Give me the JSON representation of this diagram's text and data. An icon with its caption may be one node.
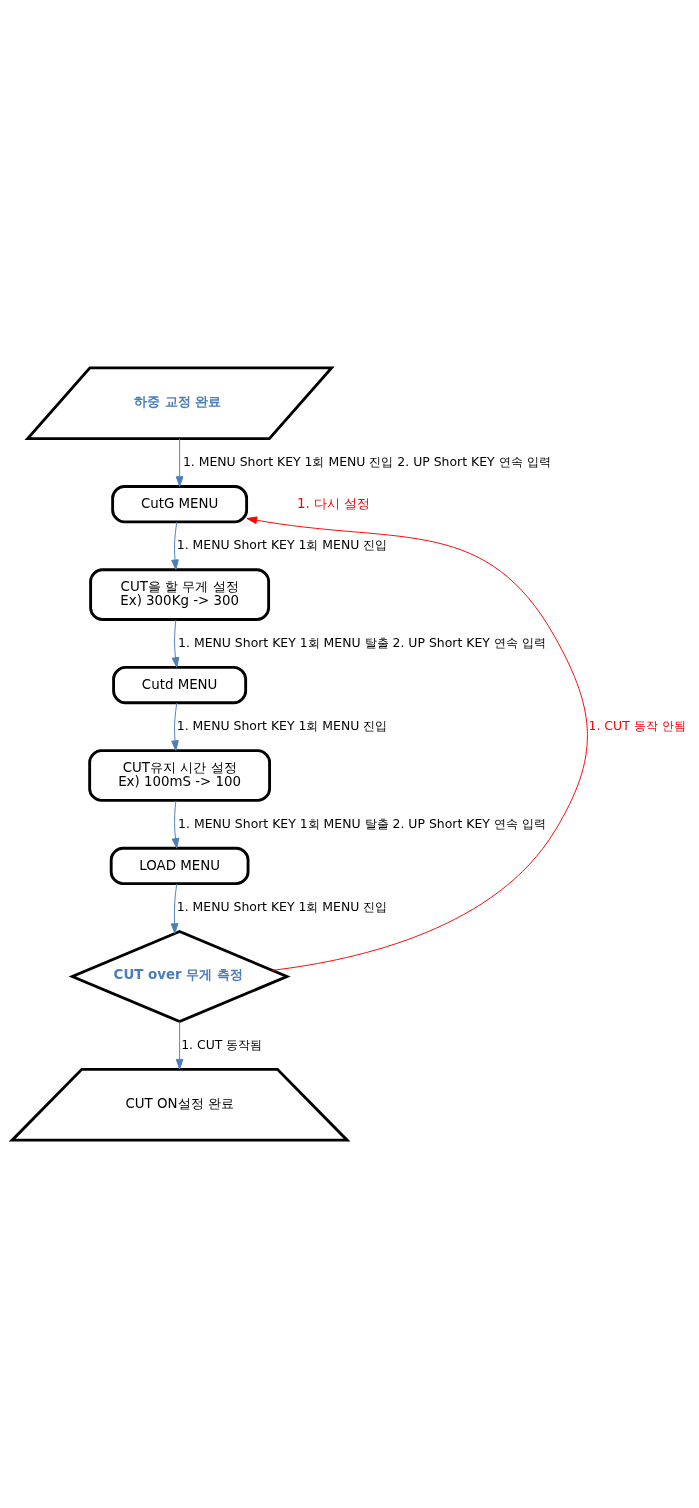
{
  "diagram": {
    "nodes": [
      {
        "text": [
          "하중 교정 완료"
        ]
      },
      {
        "text": [
          "CutG MENU"
        ]
      },
      {
        "text": [
          "CUT을 할 무게 설정",
          "Ex) 300Kg -> 300"
        ]
      },
      {
        "text": [
          "Cutd MENU"
        ]
      },
      {
        "text": [
          "CUT유지 시간 설정",
          "Ex) 100mS -> 100"
        ]
      },
      {
        "text": [
          "LOAD MENU"
        ]
      },
      {
        "text": [
          "CUT over 무게 측정"
        ]
      },
      {
        "text": [
          "CUT ON설정 완료"
        ]
      }
    ],
    "edges": [
      {
        "from": 0,
        "to": 1,
        "arrow": "to",
        "label": "1. MENU Short KEY 1회 MENU 진입 2. UP Short KEY 연속 입력"
      },
      {
        "from": 1,
        "to": 2,
        "arrow": "to",
        "label": "1. MENU Short KEY 1회 MENU 진입"
      },
      {
        "from": 2,
        "to": 3,
        "arrow": "to",
        "label": "1. MENU Short KEY 1회 MENU 탈출 2. UP Short KEY 연속 입력"
      },
      {
        "from": 3,
        "to": 4,
        "arrow": "to",
        "label": "1. MENU Short KEY 1회 MENU 진입"
      },
      {
        "from": 4,
        "to": 5,
        "arrow": "to",
        "label": "1. MENU Short KEY 1회 MENU 탈출 2. UP Short KEY 연속 입력"
      },
      {
        "from": 5,
        "to": 6,
        "arrow": "to",
        "label": "1. MENU Short KEY 1회 MENU 진입"
      },
      {
        "from": 6,
        "to": 7,
        "arrow": "to",
        "label": "1. CUT 동작됨"
      },
      {
        "from": 6,
        "to": 1,
        "arrow": "to",
        "label": "1. CUT 동작 안됨",
        "color": "#ff0000"
      }
    ],
    "labels": [
      "1. 다시 설정"
    ]
  }
}
